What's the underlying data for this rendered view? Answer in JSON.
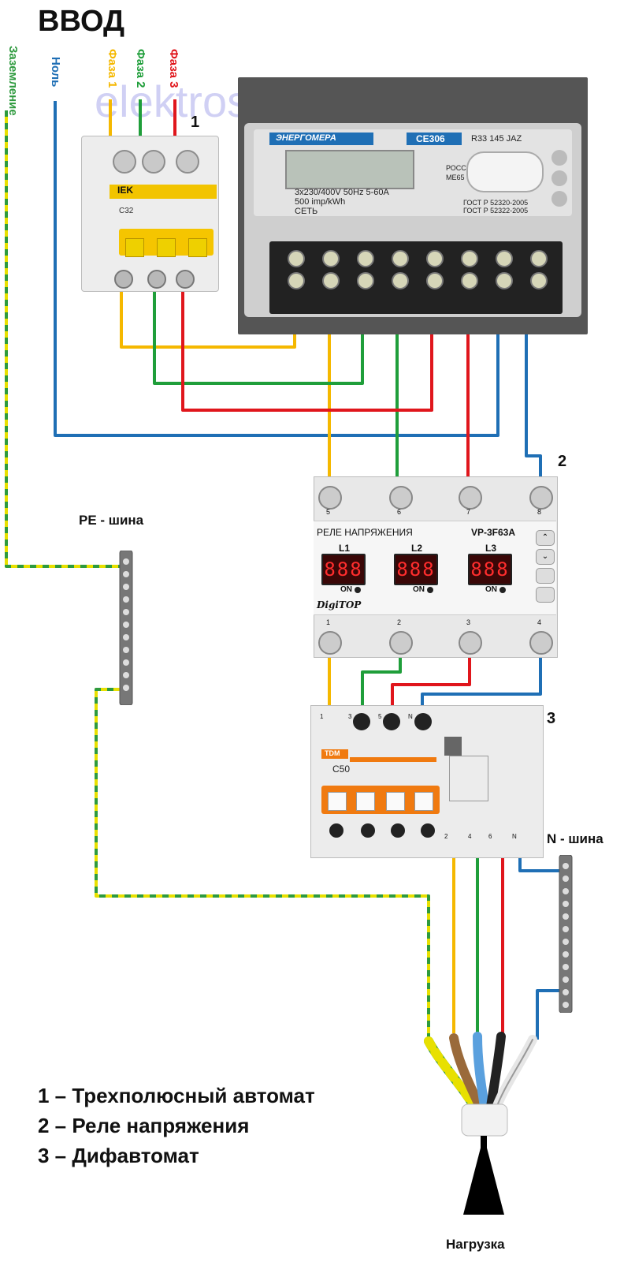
{
  "header": {
    "title": "ВВОД",
    "watermark": "elektroshkola.ru"
  },
  "inputs": {
    "ground": "Заземление",
    "neutral": "Ноль",
    "phase1": "Фаза 1",
    "phase2": "Фаза 2",
    "phase3": "Фаза 3"
  },
  "colors": {
    "phase1": "#f5b800",
    "phase2": "#1f9e3a",
    "phase3": "#e0161c",
    "neutral": "#1f6fb5",
    "ground_yellow": "#e8e000",
    "ground_green": "#2e9a3e"
  },
  "devices": {
    "breaker": {
      "num": "1",
      "brand": "IEK",
      "model": "C32"
    },
    "meter": {
      "brand": "ЭНЕРГОМЕРА",
      "model": "CE306",
      "code": "R33 145 JAZ",
      "rating": "3x230/400V  50Hz  5-60A",
      "imp": "500 imp/kWh",
      "net": "СЕТЬ",
      "country": "РОССИЯ",
      "mark": "МЕ65",
      "gost1": "ГОСТ Р 52320-2005",
      "gost2": "ГОСТ Р 52322-2005"
    },
    "relay": {
      "num": "2",
      "title": "РЕЛЕ НАПРЯЖЕНИЯ",
      "model": "VP-3F63A",
      "brand": "DigiTOP",
      "l1": "L1",
      "l2": "L2",
      "l3": "L3",
      "on": "ON",
      "display": "888",
      "top_terminals": [
        "5",
        "6",
        "7",
        "8"
      ],
      "bottom_terminals": [
        "1",
        "2",
        "3",
        "4"
      ]
    },
    "rcbo": {
      "num": "3",
      "brand": "TDM",
      "model": "C50",
      "top_terminals": [
        "1",
        "3",
        "5",
        "N"
      ],
      "bottom_terminals": [
        "2",
        "4",
        "6",
        "N"
      ]
    }
  },
  "labels": {
    "pe_bus": "PE - шина",
    "n_bus": "N - шина",
    "load": "Нагрузка"
  },
  "legend": [
    "1 – Трехполюсный автомат",
    "2 – Реле напряжения",
    "3 – Дифавтомат"
  ]
}
